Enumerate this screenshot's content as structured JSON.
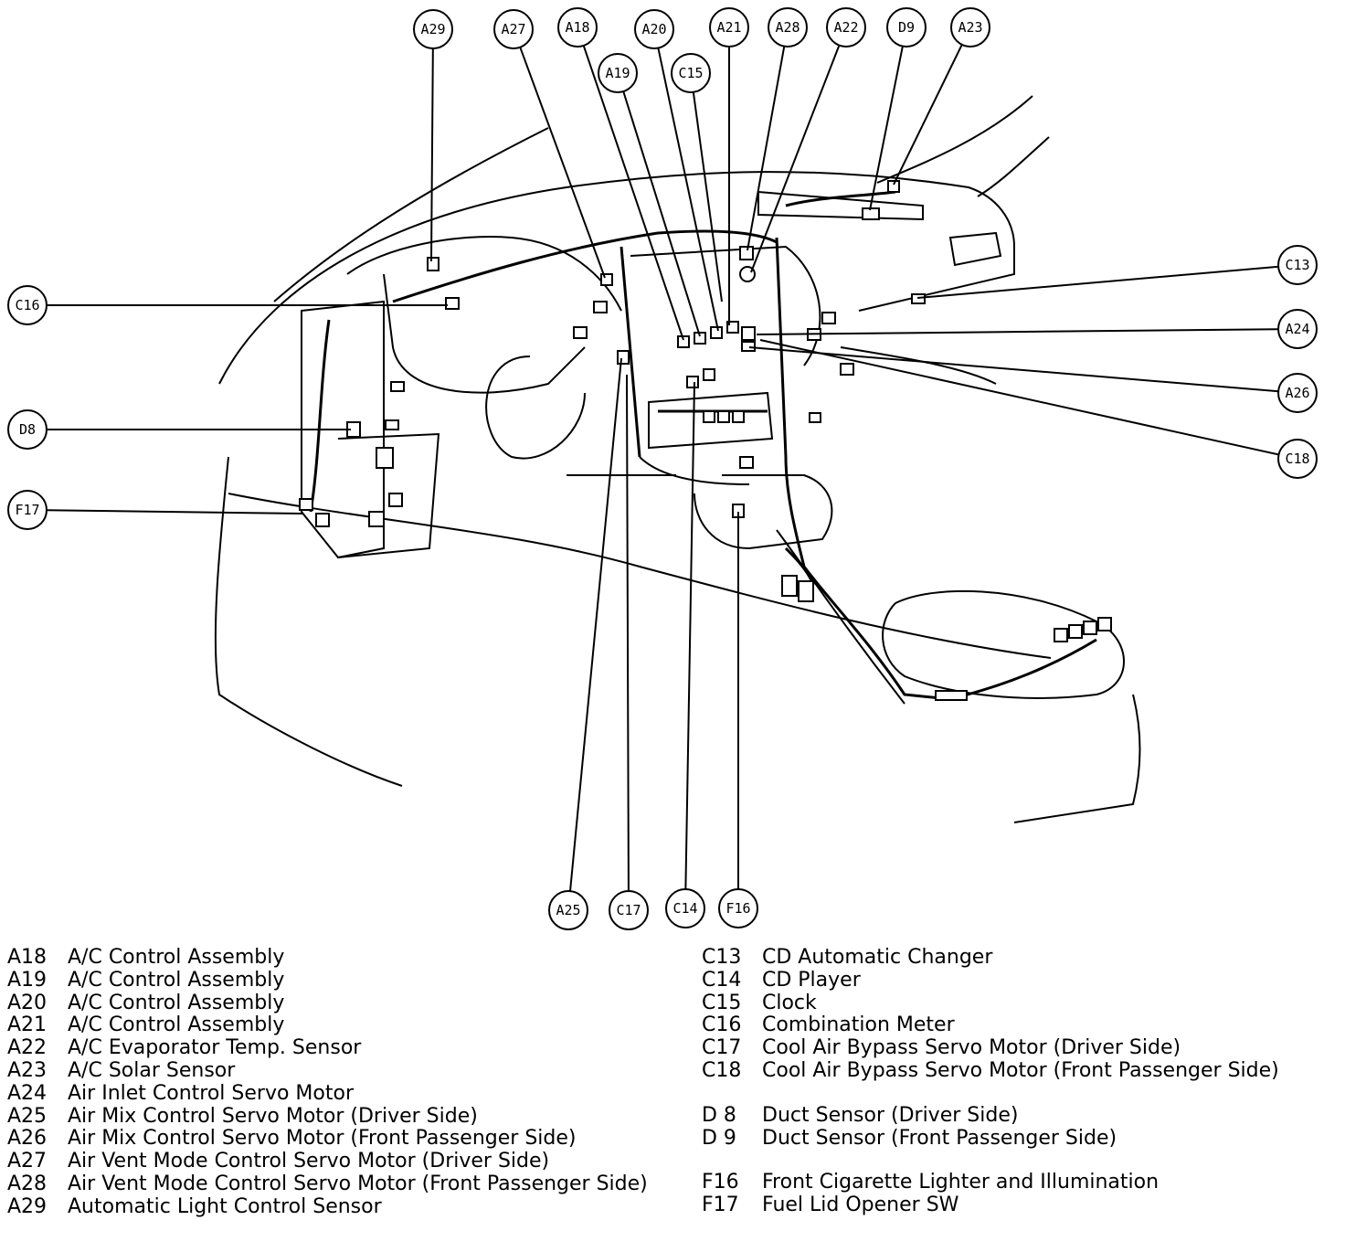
{
  "callouts": [
    {
      "id": "A29"
    },
    {
      "id": "A27"
    },
    {
      "id": "A18"
    },
    {
      "id": "A20"
    },
    {
      "id": "A21"
    },
    {
      "id": "A28"
    },
    {
      "id": "A22"
    },
    {
      "id": "D9"
    },
    {
      "id": "A23"
    },
    {
      "id": "A19"
    },
    {
      "id": "C15"
    },
    {
      "id": "C16"
    },
    {
      "id": "D8"
    },
    {
      "id": "F17"
    },
    {
      "id": "C13"
    },
    {
      "id": "A24"
    },
    {
      "id": "A26"
    },
    {
      "id": "C18"
    },
    {
      "id": "A25"
    },
    {
      "id": "C17"
    },
    {
      "id": "C14"
    },
    {
      "id": "F16"
    }
  ],
  "legend": {
    "left": [
      {
        "code": "A18",
        "desc": "A/C Control Assembly"
      },
      {
        "code": "A19",
        "desc": "A/C Control Assembly"
      },
      {
        "code": "A20",
        "desc": "A/C Control Assembly"
      },
      {
        "code": "A21",
        "desc": "A/C Control Assembly"
      },
      {
        "code": "A22",
        "desc": "A/C Evaporator Temp. Sensor"
      },
      {
        "code": "A23",
        "desc": "A/C Solar Sensor"
      },
      {
        "code": "A24",
        "desc": "Air Inlet Control Servo Motor"
      },
      {
        "code": "A25",
        "desc": "Air Mix Control Servo Motor (Driver Side)"
      },
      {
        "code": "A26",
        "desc": "Air Mix Control Servo Motor (Front Passenger Side)"
      },
      {
        "code": "A27",
        "desc": "Air Vent Mode Control Servo Motor (Driver Side)"
      },
      {
        "code": "A28",
        "desc": "Air Vent Mode Control Servo Motor (Front Passenger Side)"
      },
      {
        "code": "A29",
        "desc": "Automatic Light Control Sensor"
      }
    ],
    "right_group1": [
      {
        "code": "C13",
        "desc": "CD Automatic Changer"
      },
      {
        "code": "C14",
        "desc": "CD Player"
      },
      {
        "code": "C15",
        "desc": "Clock"
      },
      {
        "code": "C16",
        "desc": "Combination Meter"
      },
      {
        "code": "C17",
        "desc": "Cool Air Bypass Servo Motor (Driver Side)"
      },
      {
        "code": "C18",
        "desc": "Cool Air Bypass Servo Motor (Front Passenger Side)"
      }
    ],
    "right_group2": [
      {
        "code": "D 8",
        "desc": "Duct Sensor (Driver Side)"
      },
      {
        "code": "D 9",
        "desc": "Duct Sensor (Front Passenger Side)"
      }
    ],
    "right_group3": [
      {
        "code": "F16",
        "desc": "Front Cigarette Lighter and Illumination"
      },
      {
        "code": "F17",
        "desc": "Fuel Lid Opener SW"
      }
    ]
  }
}
